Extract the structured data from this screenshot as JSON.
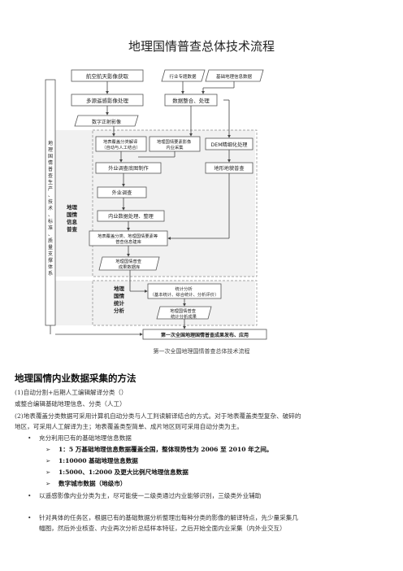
{
  "title": "地理国情普查总体技术流程",
  "diagram": {
    "aerial": "航空航天影像获取",
    "thematic": "行业专题数据",
    "basic_geo": "基础地理信息数据",
    "multisource": "多源遥感影像处理",
    "integration": "数据整合、处理",
    "dom": "数字正射影像",
    "classify": [
      "地表覆盖分类解译",
      "（自动与人工结合）"
    ],
    "elements": [
      "地理国情要素影像",
      "内业采集"
    ],
    "dem": "DEM精细化处理",
    "base_map": "外业调查底图制作",
    "terrain": "地形地貌普查",
    "field": "外业调查",
    "office": "内业数据处理、整理",
    "info_build": [
      "地表覆盖分类、地理国情要素等",
      "普查信息建库"
    ],
    "census_db": [
      "地理国情普查",
      "成果数据库"
    ],
    "stat": [
      "统计分析",
      "（基本统计、综合统计、分析评价）"
    ],
    "stat_result": [
      "地理国情普查",
      "统计分析成果"
    ],
    "release": "第一次全国地理国情普查成果发布、应用",
    "left_bar": [
      "地",
      "理",
      "国",
      "情",
      "普",
      "查",
      "生",
      "产",
      "、",
      "技",
      "术",
      "、",
      "标",
      "准",
      "、",
      "质",
      "量",
      "支",
      "撑",
      "体",
      "系"
    ],
    "label_census": [
      "地理",
      "国情",
      "信息",
      "普查"
    ],
    "label_stat": [
      "地理",
      "国情",
      "统计",
      "分析"
    ]
  },
  "caption": "第一次全国地理国情普查总体技术流程",
  "section_heading": "地理国情内业数据采集的方法",
  "para1": "(1)自动分割+后期人工编辑解译分类（）",
  "para2": "或整合编辑基础地理信息、分类（人工）",
  "para3": "(2)地表覆盖分类数据可采用计算机自动分类与人工判读解译结合的方式。对于地表覆盖类型复杂、破碎的",
  "para4": "地区，可采用人工解译为主；地表覆盖类型简单、成片地区则可采用自动分类为主。",
  "bullet1": "充分利用已有的基础地理信息数据",
  "sub1": "1：5 万基础地理信息数据覆盖全国，整体现势性为 2006 至 2010 年之间。",
  "sub2": "1:10000 基础地理信息数据",
  "sub3": "1:5000、1:2000 及更大比例尺地理信息数据",
  "sub4": "数字城市数据（地级市）",
  "bullet2": "以遥感影像内业分类为主，尽可能使一二级类通过内业能够识别，三级类外业辅助",
  "bullet3a": "针对具体的任务区，根据已有的基础数据分析整理出每种分类的影像的解译特点，先少量采集几",
  "bullet3b": "幅图，然后外业核查、内业再次分析总结样本特征，之后开始全面内业采集（内外业交互）"
}
